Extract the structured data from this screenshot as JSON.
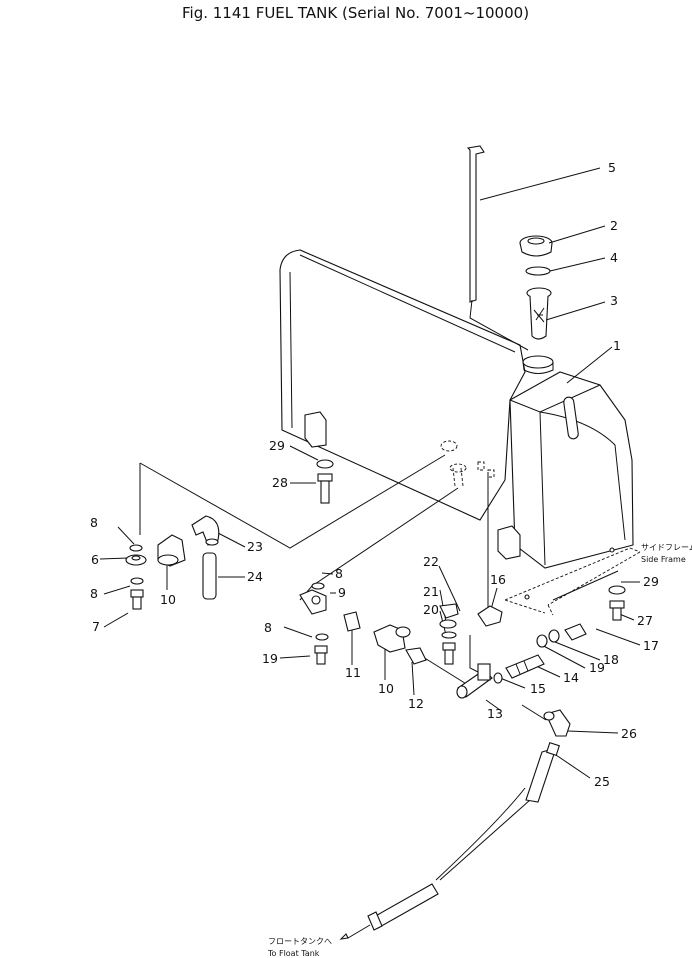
{
  "title": "Fig. 1141   FUEL TANK   (Serial No. 7001~10000)",
  "notes": {
    "side_frame_jp": "サイドフレーム",
    "side_frame_en": "Side Frame",
    "float_tank_jp": "フロートタンクへ",
    "float_tank_en": "To Float Tank"
  },
  "callouts": {
    "c1": "1",
    "c2": "2",
    "c3": "3",
    "c4": "4",
    "c5": "5",
    "c6": "6",
    "c7": "7",
    "c8a": "8",
    "c8b": "8",
    "c8c": "8",
    "c8d": "8",
    "c9": "9",
    "c10a": "10",
    "c10b": "10",
    "c11": "11",
    "c12": "12",
    "c13": "13",
    "c14": "14",
    "c15": "15",
    "c16": "16",
    "c17": "17",
    "c18": "18",
    "c19a": "19",
    "c19b": "19",
    "c20": "20",
    "c21": "21",
    "c22": "22",
    "c23": "23",
    "c24": "24",
    "c25": "25",
    "c26": "26",
    "c27": "27",
    "c28": "28",
    "c29a": "29",
    "c29b": "29"
  }
}
